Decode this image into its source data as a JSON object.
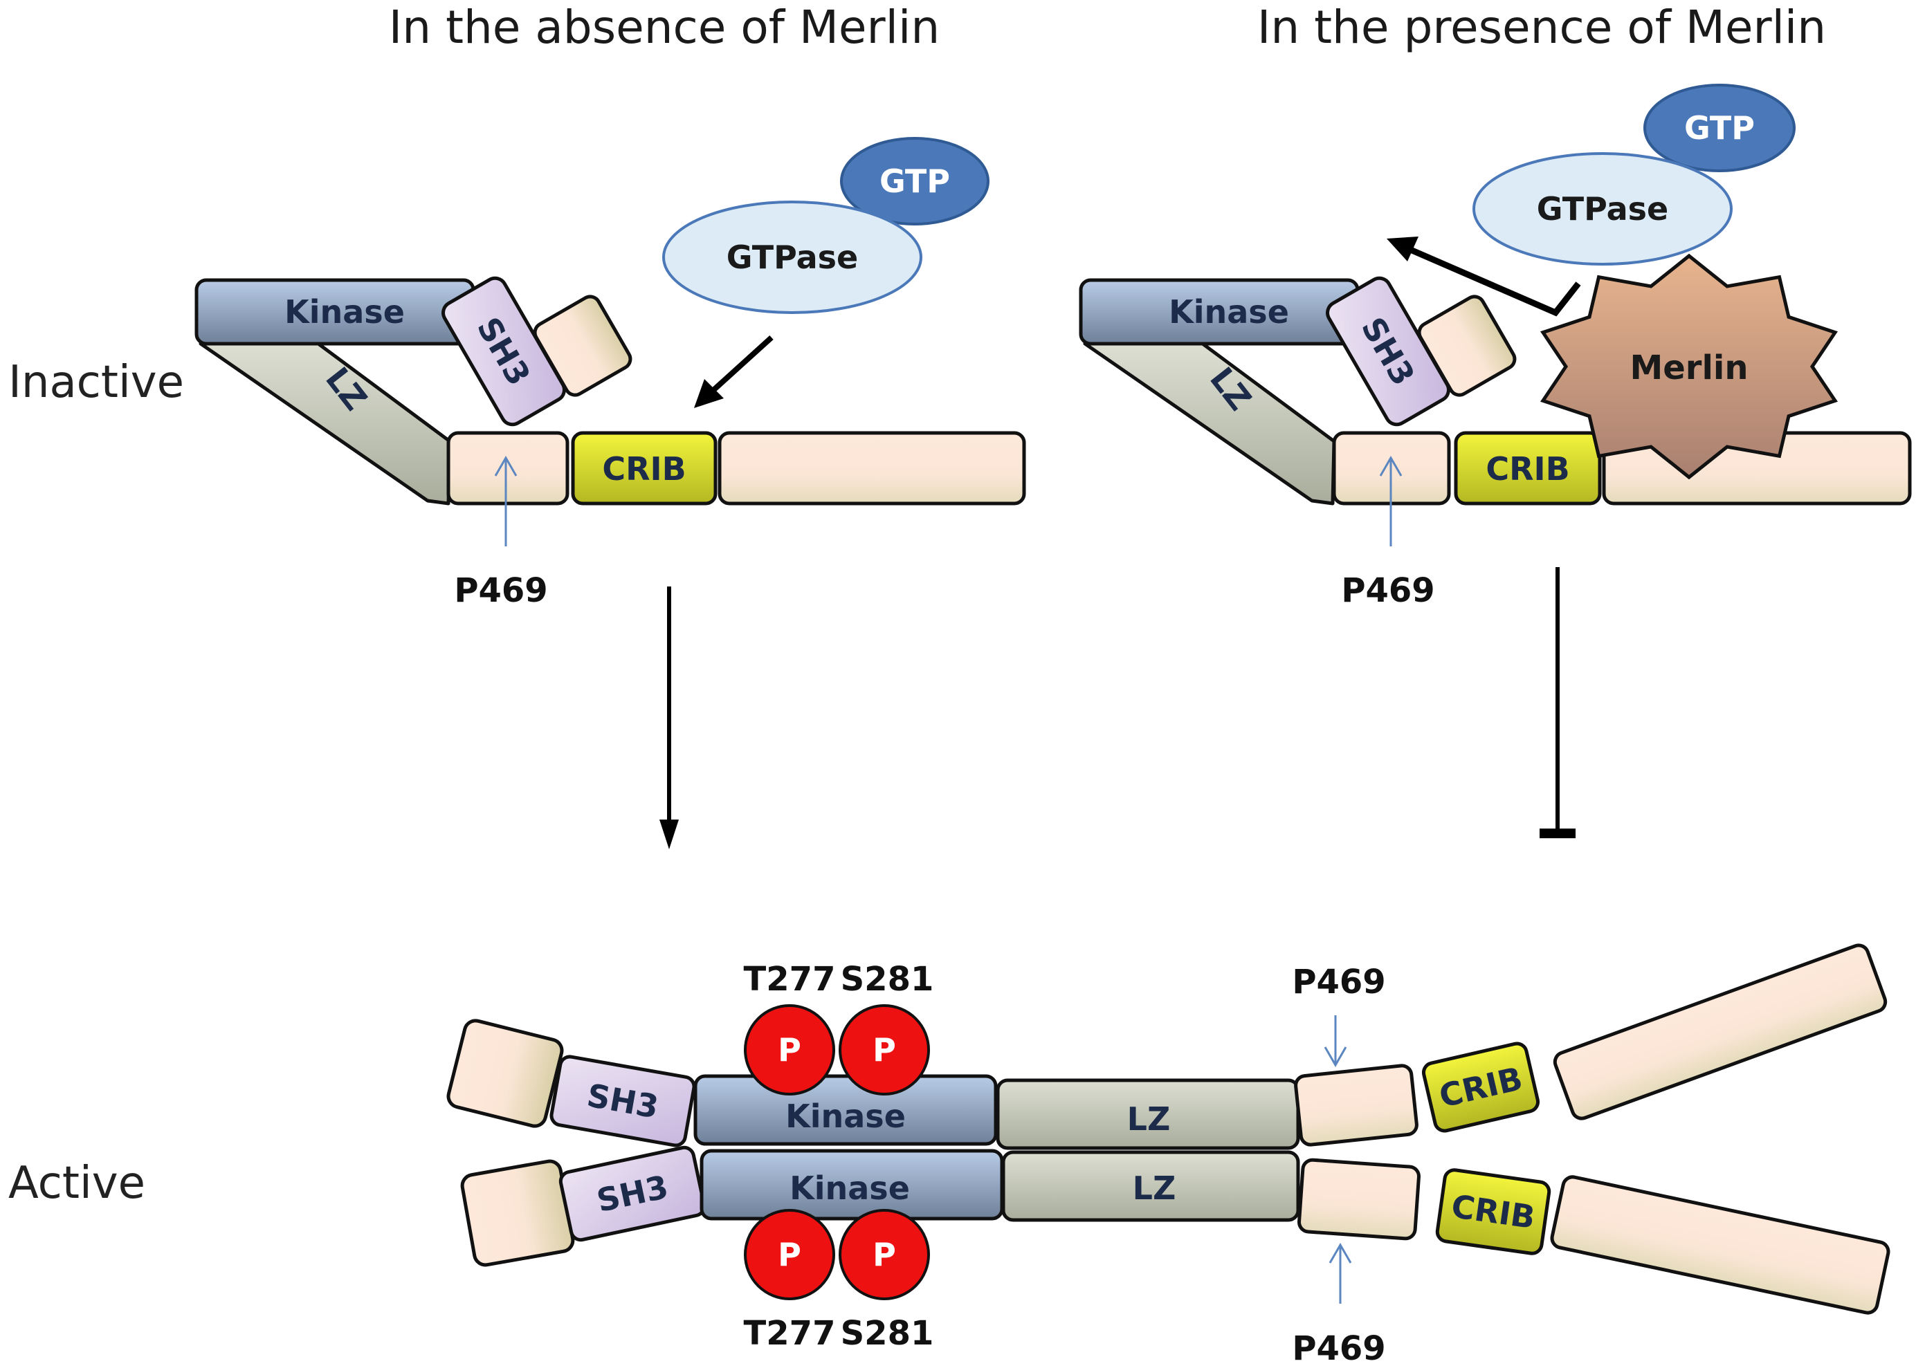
{
  "titles": {
    "left": "In the absence of Merlin",
    "right": "In the presence of Merlin"
  },
  "states": {
    "inactive": "Inactive",
    "active": "Active"
  },
  "domains": {
    "kinase": "Kinase",
    "sh3": "SH3",
    "lz": "LZ",
    "crib": "CRIB"
  },
  "molecules": {
    "gtp": "GTP",
    "gtpase": "GTPase",
    "merlin": "Merlin"
  },
  "sites": {
    "p469": "P469",
    "t277": "T277",
    "s281": "S281",
    "phospho": "P"
  },
  "colors": {
    "kinase": "#9fb3cf",
    "kinase_dark": "#6f8199",
    "sh3": "#d9cde8",
    "lz": "#c9ccbd",
    "beige": "#fbe6d6",
    "beige_dark": "#ddd3ae",
    "crib": "#e3e63a",
    "crib_dark": "#b9bd22",
    "gtp": "#4a78b8",
    "gtpase": "#dcebf5",
    "gtpase_stroke": "#4a78b8",
    "merlin": "#d8a27f",
    "merlin_dark": "#b08070",
    "phospho": "#ee1111",
    "site_arrow": "#5b86c0"
  },
  "relations": [
    {
      "from": "GTPase",
      "to": "CRIB",
      "type": "activates",
      "panel": "left"
    },
    {
      "from": "Merlin",
      "to": "GTPase binding",
      "type": "blocks",
      "panel": "right"
    },
    {
      "from": "Inactive",
      "to": "Active",
      "type": "leads-to",
      "panel": "left"
    },
    {
      "from": "Inactive",
      "to": "Active",
      "type": "inhibited",
      "panel": "right"
    }
  ]
}
